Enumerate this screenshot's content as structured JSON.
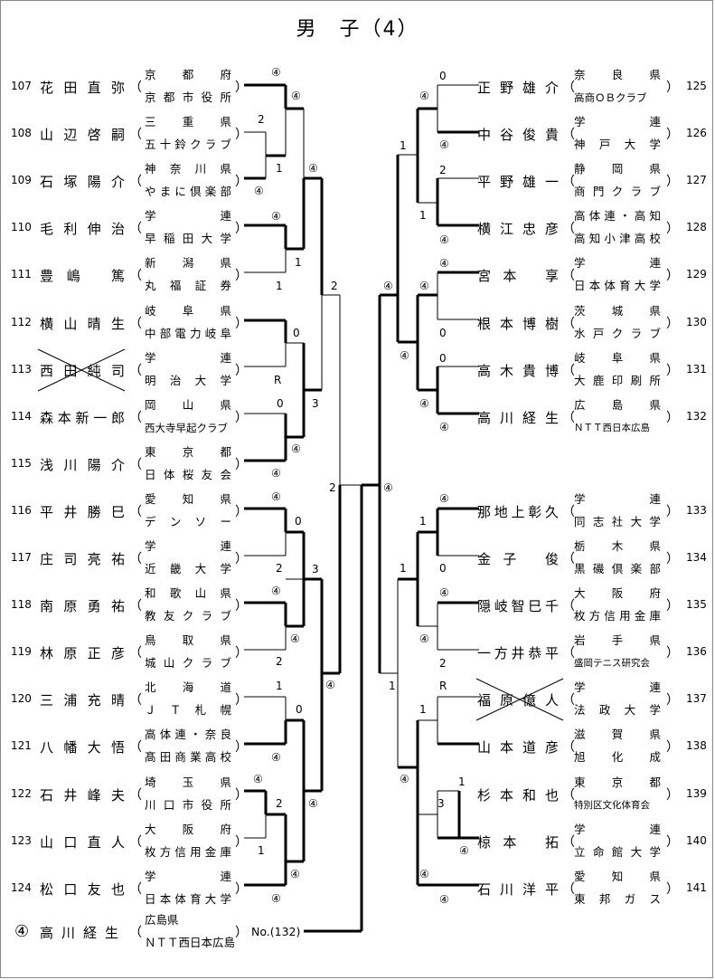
{
  "title": "男　子（4）",
  "left_players": [
    {
      "no": "107",
      "name": "花田直弥",
      "aff1": "京都府",
      "aff2": "京都市役所",
      "w1": "④",
      "w2": "④",
      "strike": false
    },
    {
      "no": "108",
      "name": "山辺啓嗣",
      "aff1": "三重県",
      "aff2": "五十鈴クラブ",
      "w1": "2",
      "w2": "",
      "strike": false
    },
    {
      "no": "109",
      "name": "石塚陽介",
      "aff1": "神奈川県",
      "aff2": "やまに倶楽部",
      "w1": "④",
      "w2": "1",
      "strike": false
    },
    {
      "no": "110",
      "name": "毛利伸治",
      "aff1": "学連",
      "aff2": "早稲田大学",
      "w1": "④",
      "w2": "",
      "strike": false
    },
    {
      "no": "111",
      "name": "豊嶋　篤",
      "aff1": "新潟県",
      "aff2": "丸福証券",
      "w1": "1",
      "w2": "1",
      "strike": false
    },
    {
      "no": "112",
      "name": "横山晴生",
      "aff1": "岐阜県",
      "aff2": "中部電力岐阜",
      "w1": "",
      "w2": "0",
      "strike": false
    },
    {
      "no": "113",
      "name": "西田純司",
      "aff1": "学連",
      "aff2": "明治大学",
      "w1": "R",
      "w2": "",
      "strike": true
    },
    {
      "no": "114",
      "name": "森本新一郎",
      "aff1": "岡山県",
      "aff2": "西大寺早起クラブ",
      "w1": "0",
      "w2": "",
      "strike": false
    },
    {
      "no": "115",
      "name": "浅川陽介",
      "aff1": "東京都",
      "aff2": "日体桜友会",
      "w1": "④",
      "w2": "④",
      "strike": false
    },
    {
      "no": "116",
      "name": "平井勝巳",
      "aff1": "愛知県",
      "aff2": "デンソー",
      "w1": "④",
      "w2": "0",
      "strike": false
    },
    {
      "no": "117",
      "name": "庄司亮祐",
      "aff1": "学連",
      "aff2": "近畿大学",
      "w1": "2",
      "w2": "",
      "strike": false
    },
    {
      "no": "118",
      "name": "南原勇祐",
      "aff1": "和歌山県",
      "aff2": "教友クラブ",
      "w1": "④",
      "w2": "④",
      "strike": false
    },
    {
      "no": "119",
      "name": "林原正彦",
      "aff1": "鳥取県",
      "aff2": "城山クラブ",
      "w1": "2",
      "w2": "",
      "strike": false
    },
    {
      "no": "120",
      "name": "三浦充晴",
      "aff1": "北海道",
      "aff2": "ＪＴ札幌",
      "w1": "1",
      "w2": "0",
      "strike": false
    },
    {
      "no": "121",
      "name": "八幡大悟",
      "aff1": "高体連・奈良",
      "aff2": "髙田商業高校",
      "w1": "④",
      "w2": "",
      "strike": false
    },
    {
      "no": "122",
      "name": "石井峰夫",
      "aff1": "埼玉県",
      "aff2": "川口市役所",
      "w1": "④",
      "w2": "2",
      "strike": false
    },
    {
      "no": "123",
      "name": "山口直人",
      "aff1": "大阪府",
      "aff2": "枚方信用金庫",
      "w1": "1",
      "w2": "",
      "strike": false
    },
    {
      "no": "124",
      "name": "松口友也",
      "aff1": "学連",
      "aff2": "日本体育大学",
      "w1": "④",
      "w2": "④",
      "strike": false
    }
  ],
  "right_players": [
    {
      "no": "125",
      "name": "正野雄介",
      "aff1": "奈良県",
      "aff2": "高商ＯＢクラブ",
      "w1": "0",
      "strike": false
    },
    {
      "no": "126",
      "name": "中谷俊貴",
      "aff1": "学連",
      "aff2": "神戸大学",
      "w1": "④",
      "strike": false
    },
    {
      "no": "127",
      "name": "平野雄一",
      "aff1": "静岡県",
      "aff2": "商門クラブ",
      "w1": "2",
      "strike": false
    },
    {
      "no": "128",
      "name": "横江忠彦",
      "aff1": "高体連・高知",
      "aff2": "高知小津高校",
      "w1": "④",
      "strike": false
    },
    {
      "no": "129",
      "name": "宮本　享",
      "aff1": "学連",
      "aff2": "日本体育大学",
      "w1": "④",
      "strike": false
    },
    {
      "no": "130",
      "name": "根本博樹",
      "aff1": "茨城県",
      "aff2": "水戸クラブ",
      "w1": "0",
      "strike": false
    },
    {
      "no": "131",
      "name": "高木貴博",
      "aff1": "岐阜県",
      "aff2": "大鹿印刷所",
      "w1": "0",
      "strike": false
    },
    {
      "no": "132",
      "name": "高川経生",
      "aff1": "広島県",
      "aff2": "ＮＴＴ西日本広島",
      "w1": "④",
      "strike": false
    },
    {
      "no": "133",
      "name": "那地上彰久",
      "aff1": "学連",
      "aff2": "同志社大学",
      "w1": "④",
      "strike": false
    },
    {
      "no": "134",
      "name": "金子　俊",
      "aff1": "栃木県",
      "aff2": "黒磯倶楽部",
      "w1": "0",
      "strike": false
    },
    {
      "no": "135",
      "name": "隠岐智巳千",
      "aff1": "大阪府",
      "aff2": "枚方信用金庫",
      "w1": "④",
      "strike": false
    },
    {
      "no": "136",
      "name": "一方井恭平",
      "aff1": "岩手県",
      "aff2": "盛岡テニス研究会",
      "w1": "2",
      "strike": false
    },
    {
      "no": "137",
      "name": "福原億人",
      "aff1": "学連",
      "aff2": "法政大学",
      "w1": "R",
      "strike": true
    },
    {
      "no": "138",
      "name": "山本道彦",
      "aff1": "滋賀県",
      "aff2": "旭化成",
      "w1": "",
      "strike": false
    },
    {
      "no": "139",
      "name": "杉本和也",
      "aff1": "東京都",
      "aff2": "特別区文化体育会",
      "w1": "1",
      "strike": false
    },
    {
      "no": "140",
      "name": "椋本　拓",
      "aff1": "学連",
      "aff2": "立命館大学",
      "w1": "④",
      "strike": false
    },
    {
      "no": "141",
      "name": "石川洋平",
      "aff1": "愛知県",
      "aff2": "東邦ガス",
      "w1": "④",
      "strike": false
    }
  ],
  "left_round3_scores": [
    "④",
    "④",
    "2",
    "④",
    "④",
    "3",
    "1",
    "④"
  ],
  "right_round2_scores": [
    "④",
    "1",
    "④",
    "1",
    "④",
    "④",
    "1",
    "④"
  ],
  "right_round3_scores": [
    "1",
    "④",
    "④",
    "1"
  ],
  "left_round4_scores": [
    "2",
    "④",
    "3",
    "④"
  ],
  "semi_scores": {
    "left_top": "2",
    "left_bottom": "2",
    "right_top": "④",
    "right_bottom": "1",
    "final_left": "④",
    "final_right": "④"
  },
  "extra": {
    "mark": "④",
    "name": "高川経生",
    "aff1": "広島県",
    "aff2": "ＮＴＴ西日本広島",
    "ref": "No.(132)"
  }
}
